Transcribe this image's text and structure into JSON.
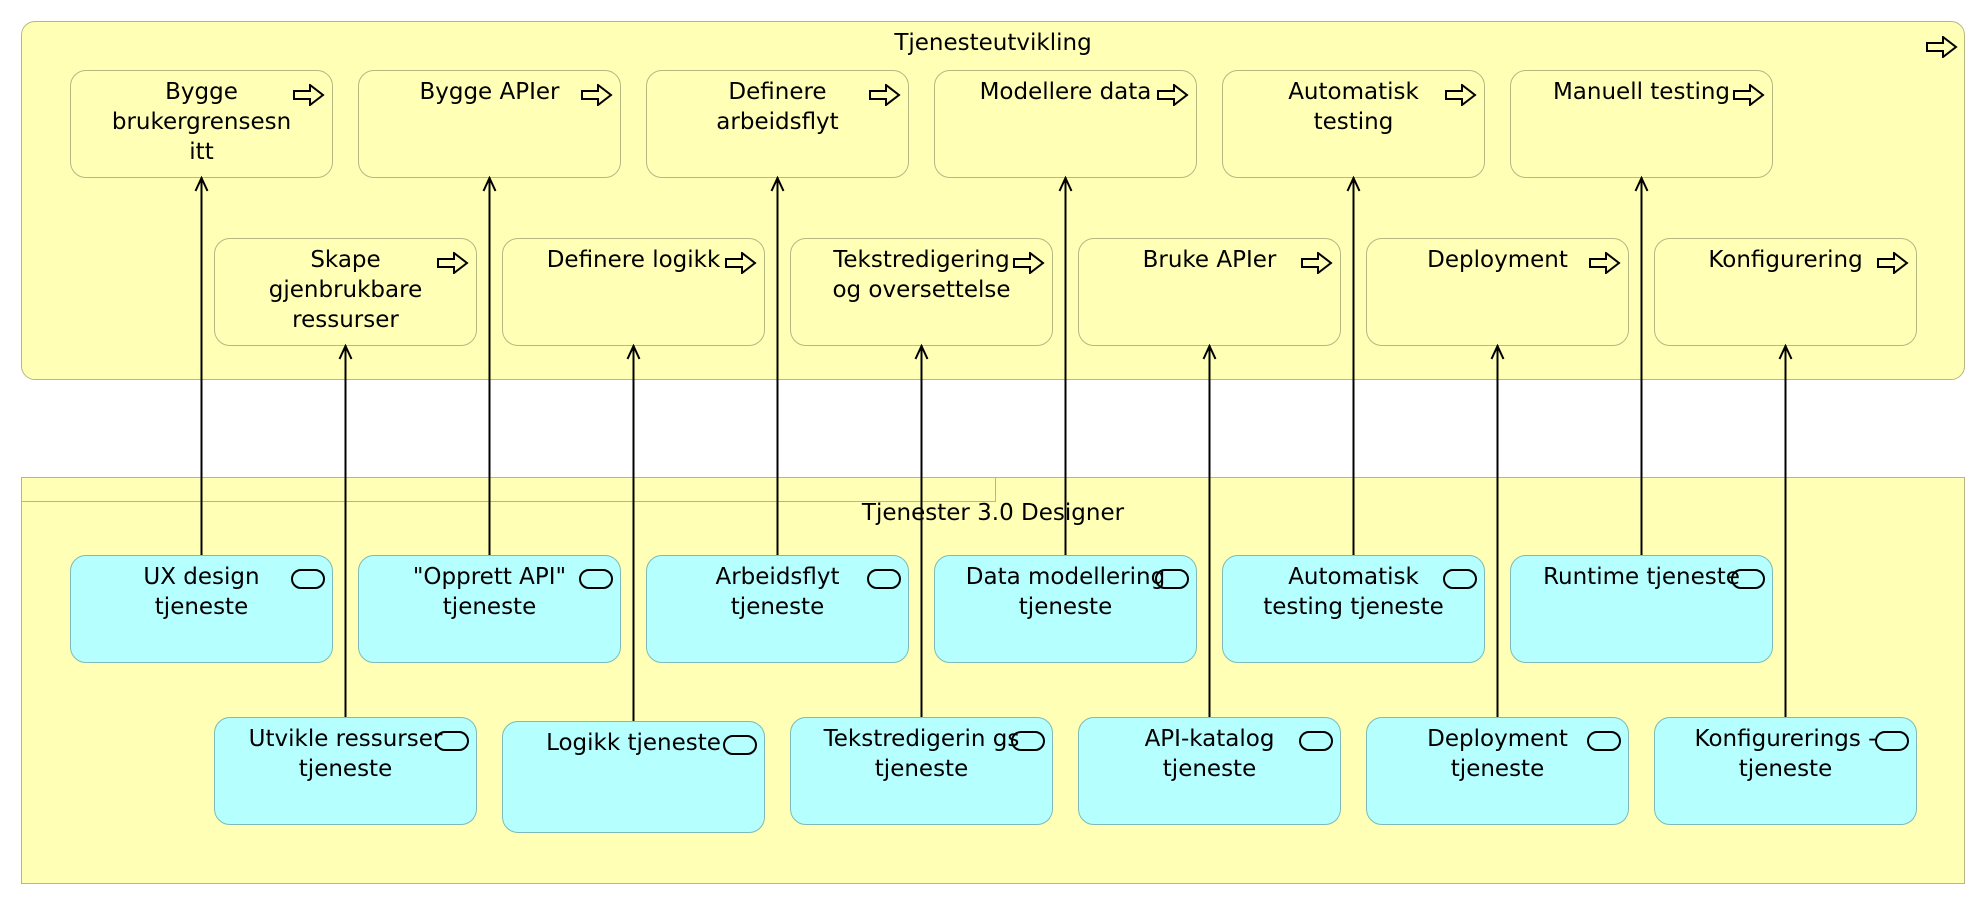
{
  "groups": {
    "dev": {
      "title": "Tjenesteutvikling"
    },
    "designer": {
      "title": "Tjenester 3.0 Designer"
    }
  },
  "processes": [
    {
      "id": "p1",
      "label": "Bygge brukergrensesn itt"
    },
    {
      "id": "p2",
      "label": "Bygge APIer"
    },
    {
      "id": "p3",
      "label": "Definere arbeidsflyt"
    },
    {
      "id": "p4",
      "label": "Modellere data"
    },
    {
      "id": "p5",
      "label": "Automatisk testing"
    },
    {
      "id": "p6",
      "label": "Manuell testing"
    },
    {
      "id": "p7",
      "label": "Skape gjenbrukbare ressurser"
    },
    {
      "id": "p8",
      "label": "Definere logikk"
    },
    {
      "id": "p9",
      "label": "Tekstredigering og oversettelse"
    },
    {
      "id": "p10",
      "label": "Bruke APIer"
    },
    {
      "id": "p11",
      "label": "Deployment"
    },
    {
      "id": "p12",
      "label": "Konfigurering"
    }
  ],
  "services": [
    {
      "id": "s1",
      "label": "UX design tjeneste"
    },
    {
      "id": "s2",
      "label": "\"Opprett API\" tjeneste"
    },
    {
      "id": "s3",
      "label": "Arbeidsflyt tjeneste"
    },
    {
      "id": "s4",
      "label": "Data modellering tjeneste"
    },
    {
      "id": "s5",
      "label": "Automatisk testing tjeneste"
    },
    {
      "id": "s6",
      "label": "Runtime tjeneste"
    },
    {
      "id": "s7",
      "label": "Utvikle ressurser tjeneste"
    },
    {
      "id": "s8",
      "label": "Logikk tjeneste"
    },
    {
      "id": "s9",
      "label": "Tekstredigerin gs tjeneste"
    },
    {
      "id": "s10",
      "label": "API-katalog tjeneste"
    },
    {
      "id": "s11",
      "label": "Deployment tjeneste"
    },
    {
      "id": "s12",
      "label": "Konfigurerings - tjeneste"
    }
  ],
  "connections": [
    {
      "from": "s1",
      "to": "p1"
    },
    {
      "from": "s2",
      "to": "p2"
    },
    {
      "from": "s3",
      "to": "p3"
    },
    {
      "from": "s4",
      "to": "p4"
    },
    {
      "from": "s5",
      "to": "p5"
    },
    {
      "from": "s6",
      "to": "p6"
    },
    {
      "from": "s7",
      "to": "p7"
    },
    {
      "from": "s8",
      "to": "p8"
    },
    {
      "from": "s9",
      "to": "p9"
    },
    {
      "from": "s10",
      "to": "p10"
    },
    {
      "from": "s11",
      "to": "p11"
    },
    {
      "from": "s12",
      "to": "p12"
    }
  ],
  "colors": {
    "process_fill": "#ffffb5",
    "service_fill": "#b5ffff",
    "group_fill": "#ffffb5"
  },
  "icons": {
    "process": "process-arrow-icon",
    "service": "service-pill-icon"
  }
}
